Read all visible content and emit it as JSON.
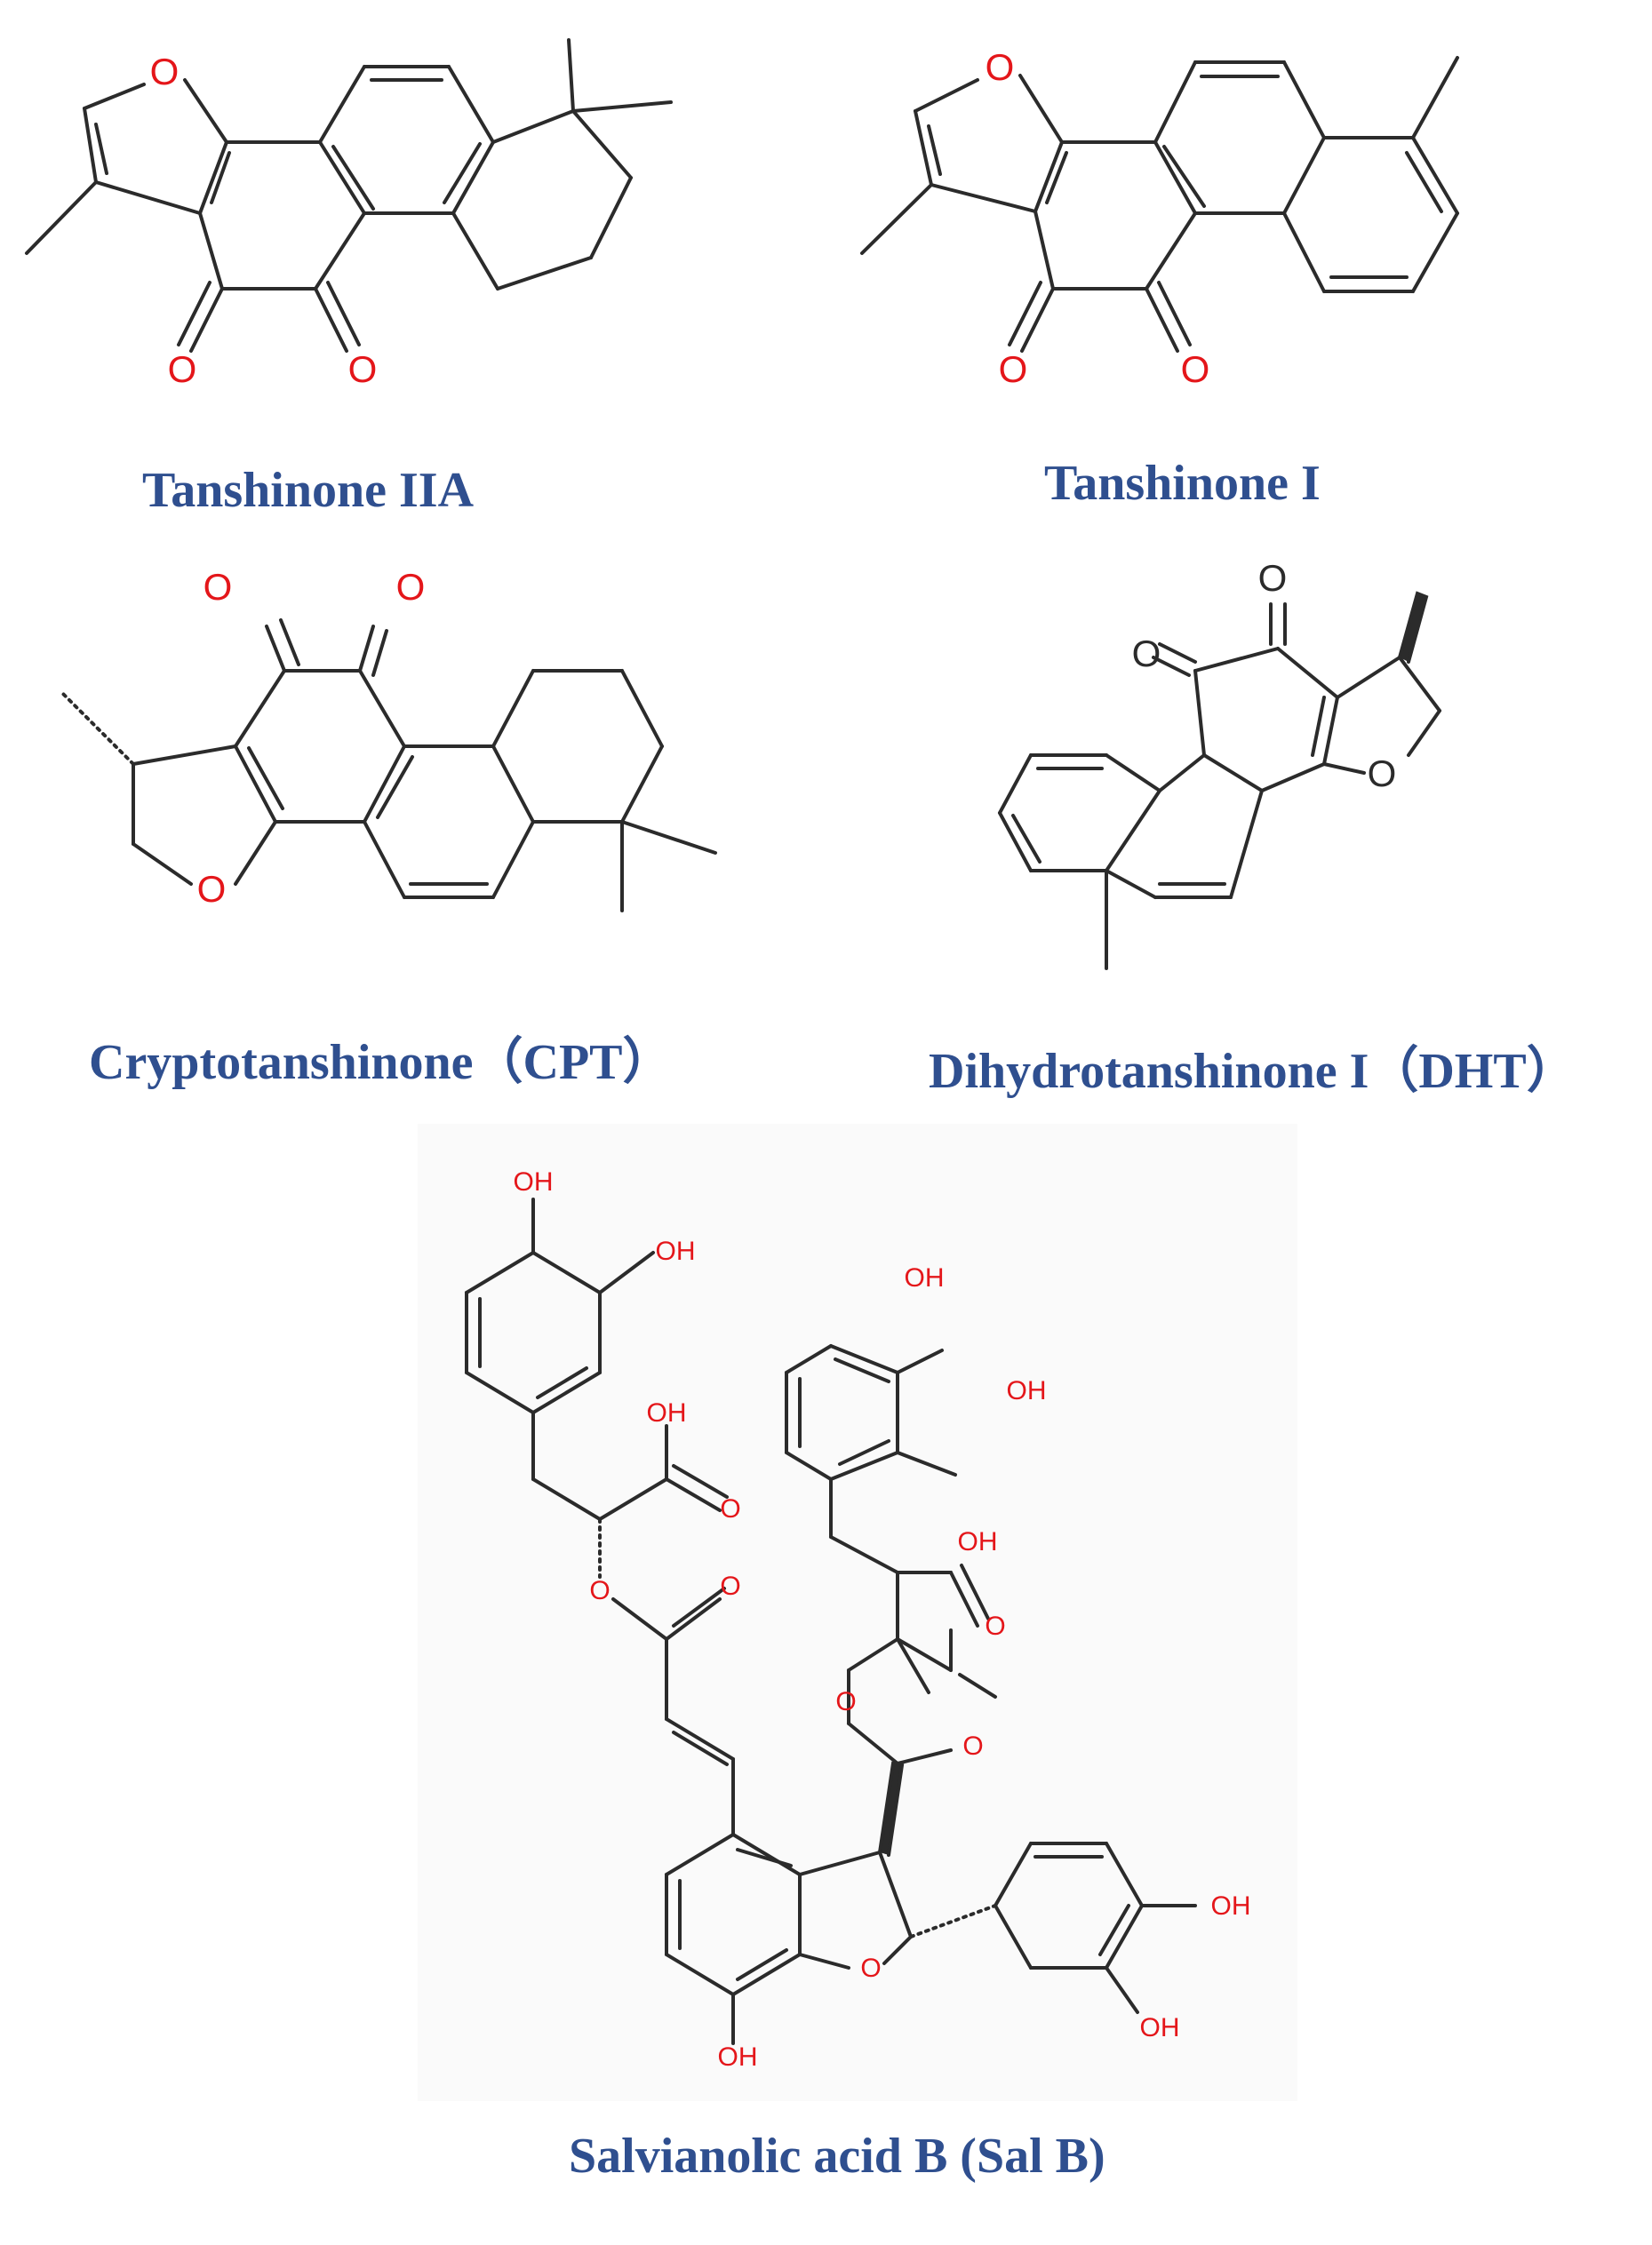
{
  "figure": {
    "compounds": [
      {
        "id": "tan2a",
        "name": "Tanshinone IIA"
      },
      {
        "id": "tan1",
        "name": "Tanshinone I"
      },
      {
        "id": "cpt",
        "name": "Cryptotanshinone（CPT）"
      },
      {
        "id": "dht",
        "name": "Dihydrotanshinone I（DHT）"
      },
      {
        "id": "salb",
        "name": "Salvianolic acid B (Sal B)"
      }
    ],
    "atom_labels": {
      "oxygen": "O",
      "hydroxyl": "OH"
    },
    "colors": {
      "caption": "#2f4f8f",
      "heteroatom": "#e4161a",
      "bond": "#2b2b2b",
      "panel": "#fafafa"
    }
  }
}
